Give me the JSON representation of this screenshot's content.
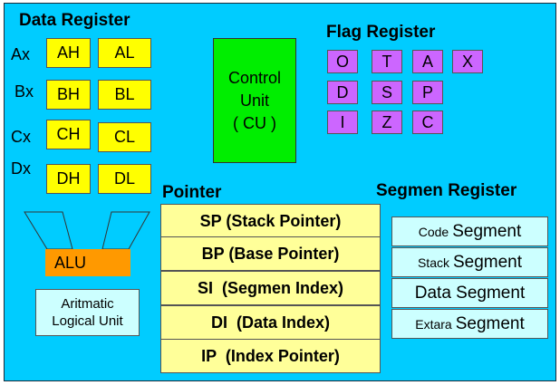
{
  "data_register": {
    "title": "Data Register",
    "rows": [
      {
        "label": "Ax",
        "high": "AH",
        "low": "AL"
      },
      {
        "label": "Bx",
        "high": "BH",
        "low": "BL"
      },
      {
        "label": "Cx",
        "high": "CH",
        "low": "CL"
      },
      {
        "label": "Dx",
        "high": "DH",
        "low": "DL"
      }
    ]
  },
  "control_unit": {
    "line1": "Control",
    "line2": "Unit",
    "line3": "( CU )"
  },
  "flag_register": {
    "title": "Flag Register",
    "flags": [
      "O",
      "T",
      "A",
      "X",
      "D",
      "S",
      "P",
      "I",
      "Z",
      "C"
    ]
  },
  "pointer": {
    "title": "Pointer",
    "items": [
      "SP (Stack Pointer)",
      "BP (Base Pointer)",
      "SI  (Segmen Index)",
      "DI  (Data Index)",
      "IP  (Index Pointer)"
    ]
  },
  "segmen_register": {
    "title": "Segmen Register",
    "items": [
      {
        "prefix": "Code",
        "word": "Segment"
      },
      {
        "prefix": "Stack",
        "word": "Segment"
      },
      {
        "prefix": "",
        "word": "Data Segment"
      },
      {
        "prefix": "Extara",
        "word": "Segment"
      }
    ]
  },
  "alu": {
    "label": "ALU",
    "desc_line1": "Aritmatic",
    "desc_line2": "Logical Unit"
  },
  "colors": {
    "background": "#00ccff",
    "data_register_box": "#ffff00",
    "flag_box": "#cc66ff",
    "control_unit": "#00ee00",
    "pointer_box": "#ffff99",
    "segment_box": "#ccffff",
    "alu": "#ff9900"
  }
}
